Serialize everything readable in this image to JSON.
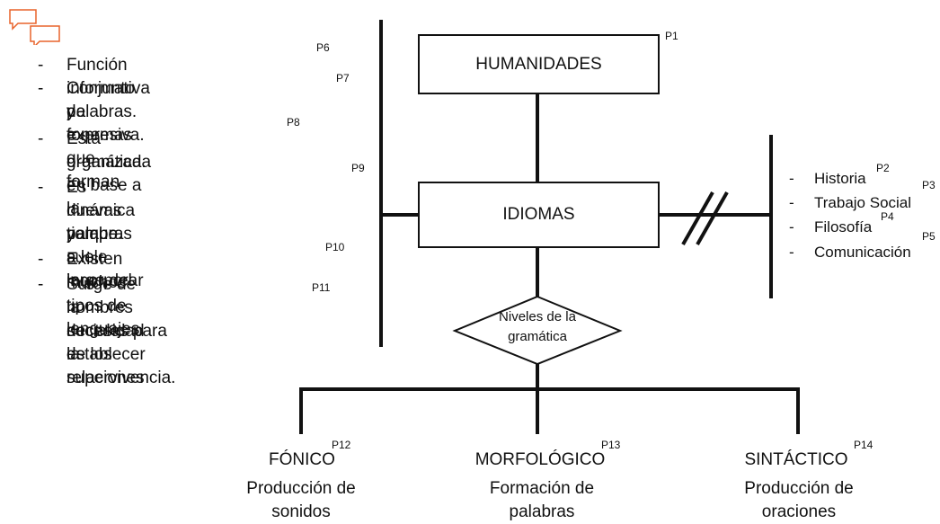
{
  "root": {
    "label": "HUMANIDADES",
    "tag": "P1"
  },
  "center": {
    "label": "IDIOMAS"
  },
  "diamond": {
    "line1": "Niveles de la",
    "line2": "gramática"
  },
  "right_list": {
    "items": [
      {
        "text": "Historia",
        "tag": "P2"
      },
      {
        "text": "Trabajo Social",
        "tag": "P3"
      },
      {
        "text": "Filosofía",
        "tag": "P4"
      },
      {
        "text": "Comunicación",
        "tag": "P5"
      }
    ]
  },
  "left_list": {
    "lines": [
      {
        "dash": "-",
        "text": "Función informativa y expresiva."
      },
      {
        "dash": "-",
        "text": "Conjunto de fonemas que forman"
      },
      {
        "dash": "",
        "text": "palabras."
      },
      {
        "dash": "-",
        "text": "Está organizada en base a la"
      },
      {
        "dash": "",
        "text": "gramática."
      },
      {
        "dash": "-",
        "text": "Es dinámica ya que suele incorporar"
      },
      {
        "dash": "",
        "text": "nuevas palabras a lo largo del"
      },
      {
        "dash": "",
        "text": "tiempo."
      },
      {
        "dash": "-",
        "text": "Existen muchos tipos de lenguajes"
      },
      {
        "dash": "-",
        "text": "Surge de la necesidad de los"
      },
      {
        "dash": "",
        "text": "hombres de establecer relaciones"
      },
      {
        "dash": "",
        "text": "sociales para la supervivencia."
      }
    ],
    "tags": [
      "P6",
      "P7",
      "P8",
      "P9",
      "P10",
      "P11"
    ]
  },
  "levels": [
    {
      "title": "FÓNICO",
      "tag": "P12",
      "sub1": "Producción de",
      "sub2": "sonidos"
    },
    {
      "title": "MORFOLÓGICO",
      "tag": "P13",
      "sub1": "Formación de",
      "sub2": "palabras"
    },
    {
      "title": "SINTÁCTICO",
      "tag": "P14",
      "sub1": "Producción de",
      "sub2": "oraciones"
    }
  ],
  "icons": {
    "comment": "comment-bubbles-icon"
  },
  "colors": {
    "line": "#111111",
    "comment_icon": "#e8632b"
  }
}
